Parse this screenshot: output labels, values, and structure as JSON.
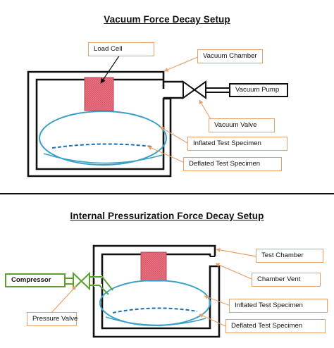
{
  "top": {
    "title": "Vacuum Force Decay Setup",
    "labels": {
      "load_cell": "Load Cell",
      "vacuum_chamber": "Vacuum Chamber",
      "vacuum_pump": "Vacuum Pump",
      "vacuum_valve": "Vacuum Valve",
      "inflated_specimen": "Inflated Test Specimen",
      "deflated_specimen": "Deflated Test Specimen"
    }
  },
  "bottom": {
    "title": "Internal Pressurization Force Decay Setup",
    "labels": {
      "test_chamber": "Test Chamber",
      "chamber_vent": "Chamber Vent",
      "compressor": "Compressor",
      "pressure_valve": "Pressure Valve",
      "inflated_specimen": "Inflated Test Specimen",
      "deflated_specimen": "Deflated Test Specimen"
    }
  },
  "colors": {
    "outline": "#111111",
    "specimen": "#3aa0c8",
    "load_cell_fill": "#e06b78",
    "leader": "#e8a06a",
    "compressor_border": "#5aa02c"
  }
}
